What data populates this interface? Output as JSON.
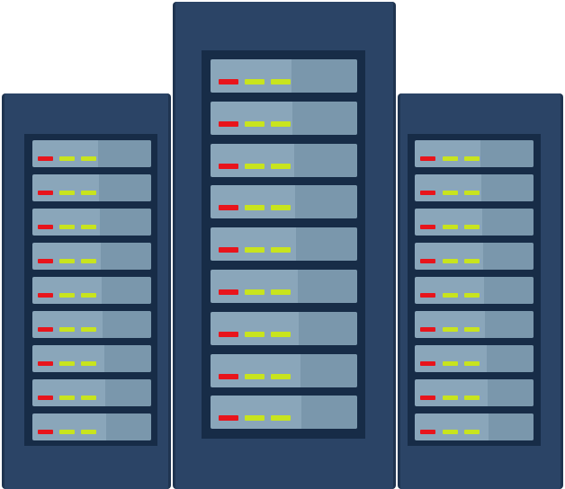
{
  "racks": [
    {
      "id": "left",
      "units": 9
    },
    {
      "id": "center",
      "units": 9
    },
    {
      "id": "right",
      "units": 9
    }
  ],
  "colors": {
    "background": "#ffffff",
    "cabinet": "#2b4466",
    "cabinet_edge": "#1f3450",
    "bay": "#172c47",
    "unit_light": "#8aa6ba",
    "unit_dark": "#6e8aa0",
    "led_red": "#e8141c",
    "led_green": "#c8e41e"
  },
  "icons": [
    "server-rack-icon"
  ]
}
